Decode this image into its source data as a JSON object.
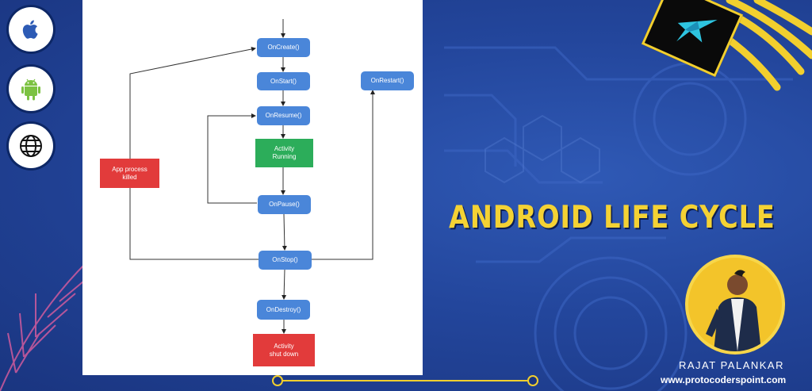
{
  "icons": {
    "apple": "apple-icon",
    "android": "android-icon",
    "globe": "globe-icon",
    "logo": "hummingbird-icon"
  },
  "colors": {
    "background": "#23469c",
    "accent_yellow": "#f4d234",
    "node_blue": "#4a86d9",
    "node_green": "#2cad5a",
    "node_red": "#e23b3b"
  },
  "diagram": {
    "nodes": {
      "on_create": "OnCreate()",
      "on_start": "OnStart()",
      "on_resume": "OnResume()",
      "activity_running": "Activity\nRunning",
      "on_pause": "OnPause()",
      "on_stop": "OnStop()",
      "on_destroy": "OnDestroy()",
      "activity_shut_down": "Activity\nshut down",
      "on_restart": "OnRestart()",
      "app_process_killed": "App process\nkilled"
    }
  },
  "banner": {
    "title": "ANDROID LIFE CYCLE",
    "author_name": "RAJAT PALANKAR",
    "website": "www.protocoderspoint.com"
  }
}
